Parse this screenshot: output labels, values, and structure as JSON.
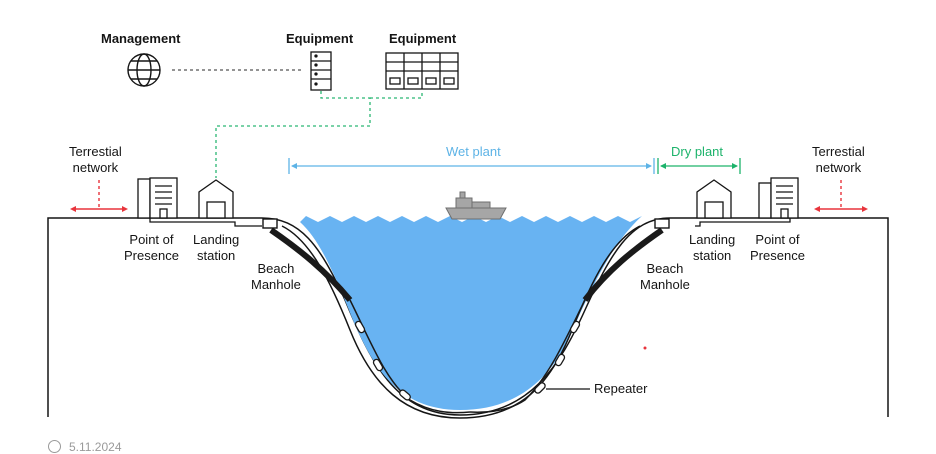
{
  "labels": {
    "management": "Management",
    "equipment_1": "Equipment",
    "equipment_2": "Equipment",
    "wet_plant": "Wet plant",
    "dry_plant": "Dry plant",
    "terrestial_left": "Terrestial\nnetwork",
    "terrestial_right": "Terrestial\nnetwork",
    "pop_left": "Point of\nPresence",
    "landing_left": "Landing\nstation",
    "beach_left": "Beach\nManhole",
    "beach_right": "Beach\nManhole",
    "landing_right": "Landing\nstation",
    "pop_right": "Point of\nPresence",
    "repeater": "Repeater"
  },
  "footer": {
    "text": "5.11.2024"
  },
  "colors": {
    "sea": "#68b3f2",
    "wet_plant": "#5db3e6",
    "dry_plant": "#1db36b",
    "network_arrow": "#e8343c",
    "link_dashed": "#2bb673",
    "cable": "#1a1a1a"
  },
  "icons": [
    "globe-icon",
    "server-icon",
    "equipment-rack-icon",
    "ship-icon",
    "building-icon",
    "warehouse-icon",
    "repeater-icon"
  ]
}
